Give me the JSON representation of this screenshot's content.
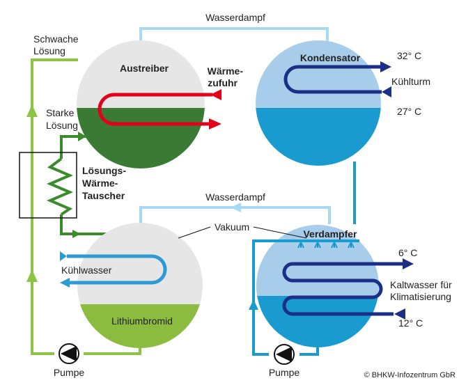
{
  "labels": {
    "wasserdampf_top": "Wasserdampf",
    "wasserdampf_mid": "Wasserdampf",
    "schwache_1": "Schwache",
    "schwache_2": "Lösung",
    "starke_1": "Starke",
    "starke_2": "Lösung",
    "austreiber": "Austreiber",
    "waerme_1": "Wärme-",
    "waerme_2": "zufuhr",
    "kondensator": "Kondensator",
    "temp_32": "32° C",
    "kuehlturm": "Kühlturm",
    "temp_27": "27° C",
    "tauscher_1": "Lösungs-",
    "tauscher_2": "Wärme-",
    "tauscher_3": "Tauscher",
    "vakuum": "Vakuum",
    "verdampfer": "Verdampfer",
    "temp_6": "6° C",
    "kaltwasser_1": "Kaltwasser für",
    "kaltwasser_2": "Klimatisierung",
    "temp_12": "12° C",
    "kuehlwasser": "Kühlwasser",
    "lithiumbromid": "Lithiumbromid",
    "pumpe_left": "Pumpe",
    "pumpe_right": "Pumpe",
    "copyright": "© BHKW-Infozentrum GbR"
  },
  "colors": {
    "vessel_grey": "#e6e6e6",
    "solution_dark_green": "#3a7a35",
    "lithium_green": "#8cbc3f",
    "condenser_light": "#a8cdea",
    "water_blue": "#1a9bd0",
    "vapor_light_blue": "#a7daf2",
    "heat_red": "#e3001b",
    "cooling_blue": "#2d9ad3",
    "dark_blue": "#1c2f87",
    "line_green": "#8ec446",
    "strong_green": "#3c8a2e"
  }
}
